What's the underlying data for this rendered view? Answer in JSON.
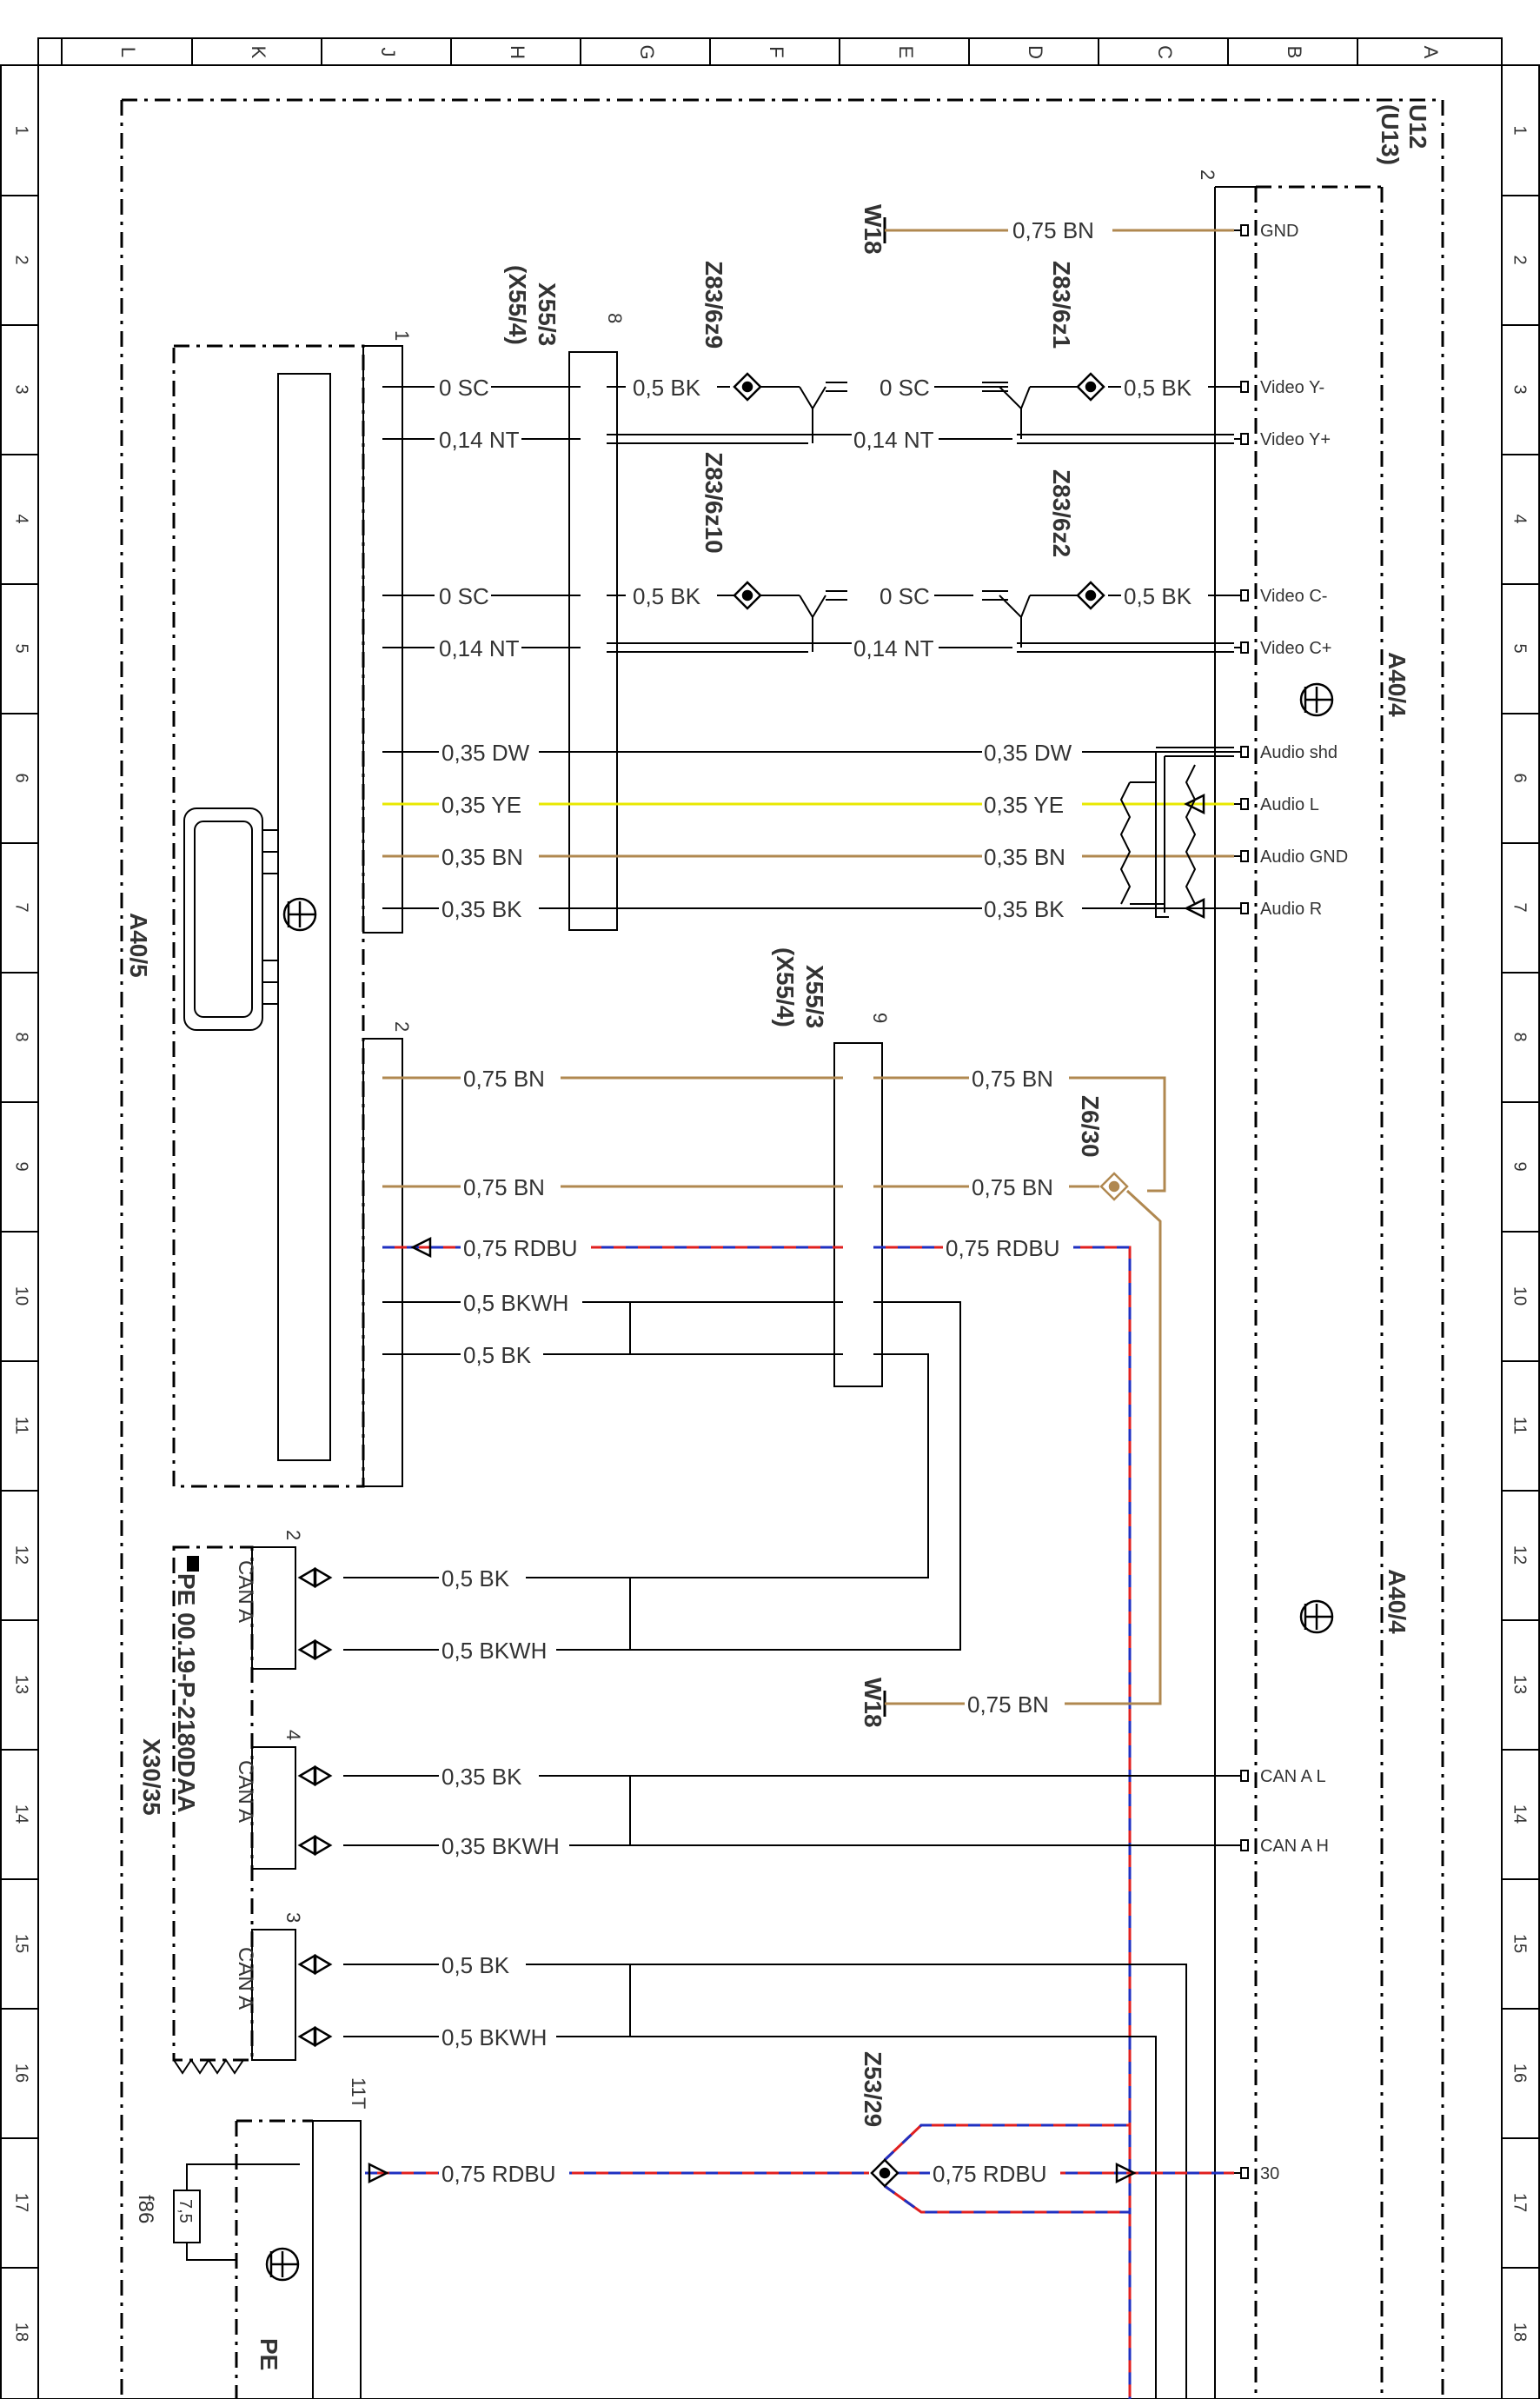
{
  "grid": {
    "top_columns": [
      "L",
      "K",
      "J",
      "H",
      "G",
      "F",
      "E",
      "D",
      "C",
      "B",
      "A"
    ],
    "side_rows": [
      "1",
      "2",
      "3",
      "4",
      "5",
      "6",
      "7",
      "8",
      "9",
      "10",
      "11",
      "12",
      "13",
      "14",
      "15",
      "16",
      "17",
      "18"
    ]
  },
  "components": {
    "u12_line1": "U12",
    "u12_line2": "(U13)",
    "a40_4_upper": "A40/4",
    "a40_4_lower": "A40/4",
    "a40_5": "A40/5",
    "x55_3_top_line1": "X55/3",
    "x55_3_top_line2": "(X55/4)",
    "x55_3_mid_line1": "X55/3",
    "x55_3_mid_line2": "(X55/4)",
    "z83_6z9": "Z83/6z9",
    "z83_6z1": "Z83/6z1",
    "z83_6z10": "Z83/6z10",
    "z83_6z2": "Z83/6z2",
    "z6_30": "Z6/30",
    "z53_29": "Z53/29",
    "w18_top": "W18",
    "w18_bottom": "W18",
    "pe_code": "PE 00.19-P-2180DAA",
    "x30_35": "X30/35",
    "f86": "f86",
    "fuse_value": "7,5",
    "pe_short": "PE",
    "can_a": "CAN A",
    "conn_1": "1",
    "conn_2": "2",
    "conn_2b": "2",
    "conn_4": "4",
    "conn_3": "3",
    "conn_8": "8",
    "conn_9": "9",
    "conn_11t": "11T"
  },
  "pins": {
    "gnd": "GND",
    "video_y_minus": "Video Y-",
    "video_y_plus": "Video Y+",
    "video_c_minus": "Video C-",
    "video_c_plus": "Video C+",
    "audio_shd": "Audio shd",
    "audio_l": "Audio L",
    "audio_gnd": "Audio GND",
    "audio_r": "Audio R",
    "can_a_l": "CAN A L",
    "can_a_h": "CAN A H",
    "pin_30": "30"
  },
  "wires": {
    "w_075_bn": "0,75 BN",
    "w_0_sc": "0 SC",
    "w_014_nt": "0,14 NT",
    "w_05_bk": "0,5 BK",
    "w_035_dw": "0,35 DW",
    "w_035_ye": "0,35 YE",
    "w_035_bn": "0,35 BN",
    "w_035_bk": "0,35 BK",
    "w_075_rdbu": "0,75 RDBU",
    "w_05_bkwh": "0,5 BKWH",
    "w_035_bkwh": "0,35 BKWH"
  },
  "colors": {
    "BN": "#b08850",
    "YE": "#e8e800",
    "RD": "#e02020",
    "BU": "#2030c0",
    "BK": "#000000"
  }
}
